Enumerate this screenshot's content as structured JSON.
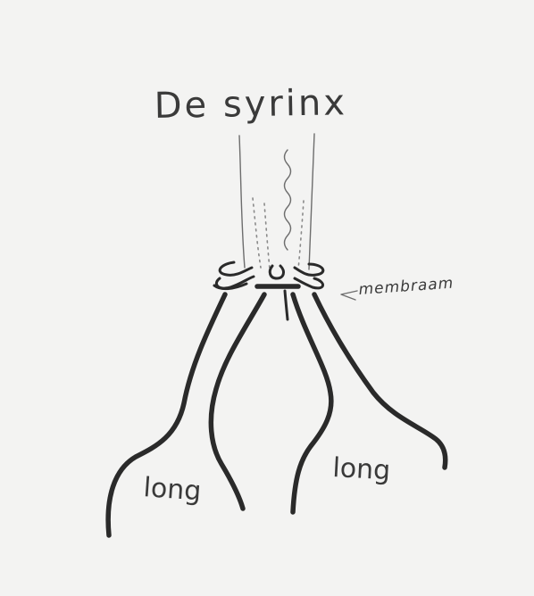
{
  "title": "De syrinx",
  "labels": {
    "membrane": "membraam",
    "lung_left": "long",
    "lung_right": "long"
  },
  "colors": {
    "paper": "#f3f3f2",
    "ink": "#2a2a2a"
  }
}
